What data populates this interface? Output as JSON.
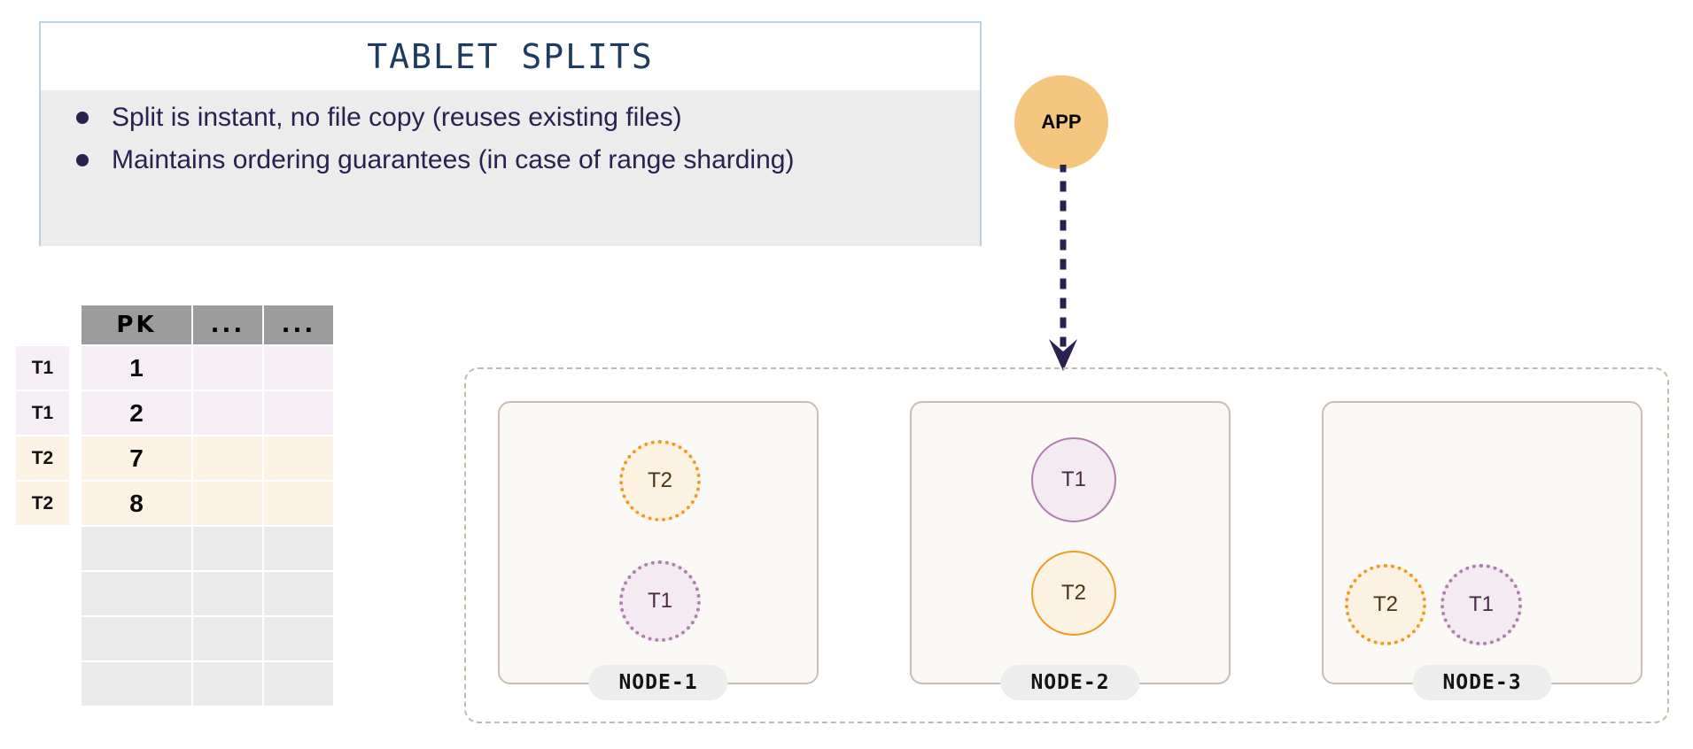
{
  "callout": {
    "title": "TABLET SPLITS",
    "bullets": [
      "Split is instant, no file copy (reuses existing files)",
      "Maintains ordering guarantees (in case of range sharding)"
    ],
    "border_color": "#b9d2e8",
    "body_bg": "#ececec",
    "title_color": "#1f3b60",
    "text_color": "#2b2050"
  },
  "table": {
    "headers": [
      "PK",
      "...",
      "..."
    ],
    "header_bg": "#9c9c9c",
    "rows": [
      {
        "label": "T1",
        "tablet": "T1",
        "pk": "1",
        "col2": "",
        "col3": "",
        "bg": "#f5eef4"
      },
      {
        "label": "T1",
        "tablet": "T1",
        "pk": "2",
        "col2": "",
        "col3": "",
        "bg": "#f5eef4"
      },
      {
        "label": "T2",
        "tablet": "T2",
        "pk": "7",
        "col2": "",
        "col3": "",
        "bg": "#fcf3e4"
      },
      {
        "label": "T2",
        "tablet": "T2",
        "pk": "8",
        "col2": "",
        "col3": "",
        "bg": "#fcf3e4"
      },
      {
        "label": "",
        "tablet": "",
        "pk": "",
        "col2": "",
        "col3": "",
        "bg": "#eaeaea"
      },
      {
        "label": "",
        "tablet": "",
        "pk": "",
        "col2": "",
        "col3": "",
        "bg": "#eaeaea"
      },
      {
        "label": "",
        "tablet": "",
        "pk": "",
        "col2": "",
        "col3": "",
        "bg": "#eaeaea"
      },
      {
        "label": "",
        "tablet": "",
        "pk": "",
        "col2": "",
        "col3": "",
        "bg": "#eaeaea"
      }
    ]
  },
  "app": {
    "label": "APP",
    "circle_color": "#f5c77e",
    "arrow_color": "#2b2050",
    "arrow_style": "dotted-down"
  },
  "cluster": {
    "border_color": "#c9b9a8",
    "nodes": [
      {
        "label": "NODE-1",
        "tablets": [
          {
            "name": "T2",
            "style": "dotted",
            "fill": "#fcf2e2",
            "stroke": "#ef9a23"
          },
          {
            "name": "T1",
            "style": "dotted",
            "fill": "#f3eaf2",
            "stroke": "#b07fae"
          }
        ]
      },
      {
        "label": "NODE-2",
        "tablets": [
          {
            "name": "T1",
            "style": "solid",
            "fill": "#f3eaf2",
            "stroke": "#b07fae"
          },
          {
            "name": "T2",
            "style": "solid",
            "fill": "#fcf2e2",
            "stroke": "#ef9a23"
          }
        ]
      },
      {
        "label": "NODE-3",
        "tablets": [
          {
            "name": "T2",
            "style": "dotted",
            "fill": "#fcf2e2",
            "stroke": "#ef9a23"
          },
          {
            "name": "T1",
            "style": "dotted",
            "fill": "#f3eaf2",
            "stroke": "#b07fae"
          }
        ]
      }
    ]
  }
}
